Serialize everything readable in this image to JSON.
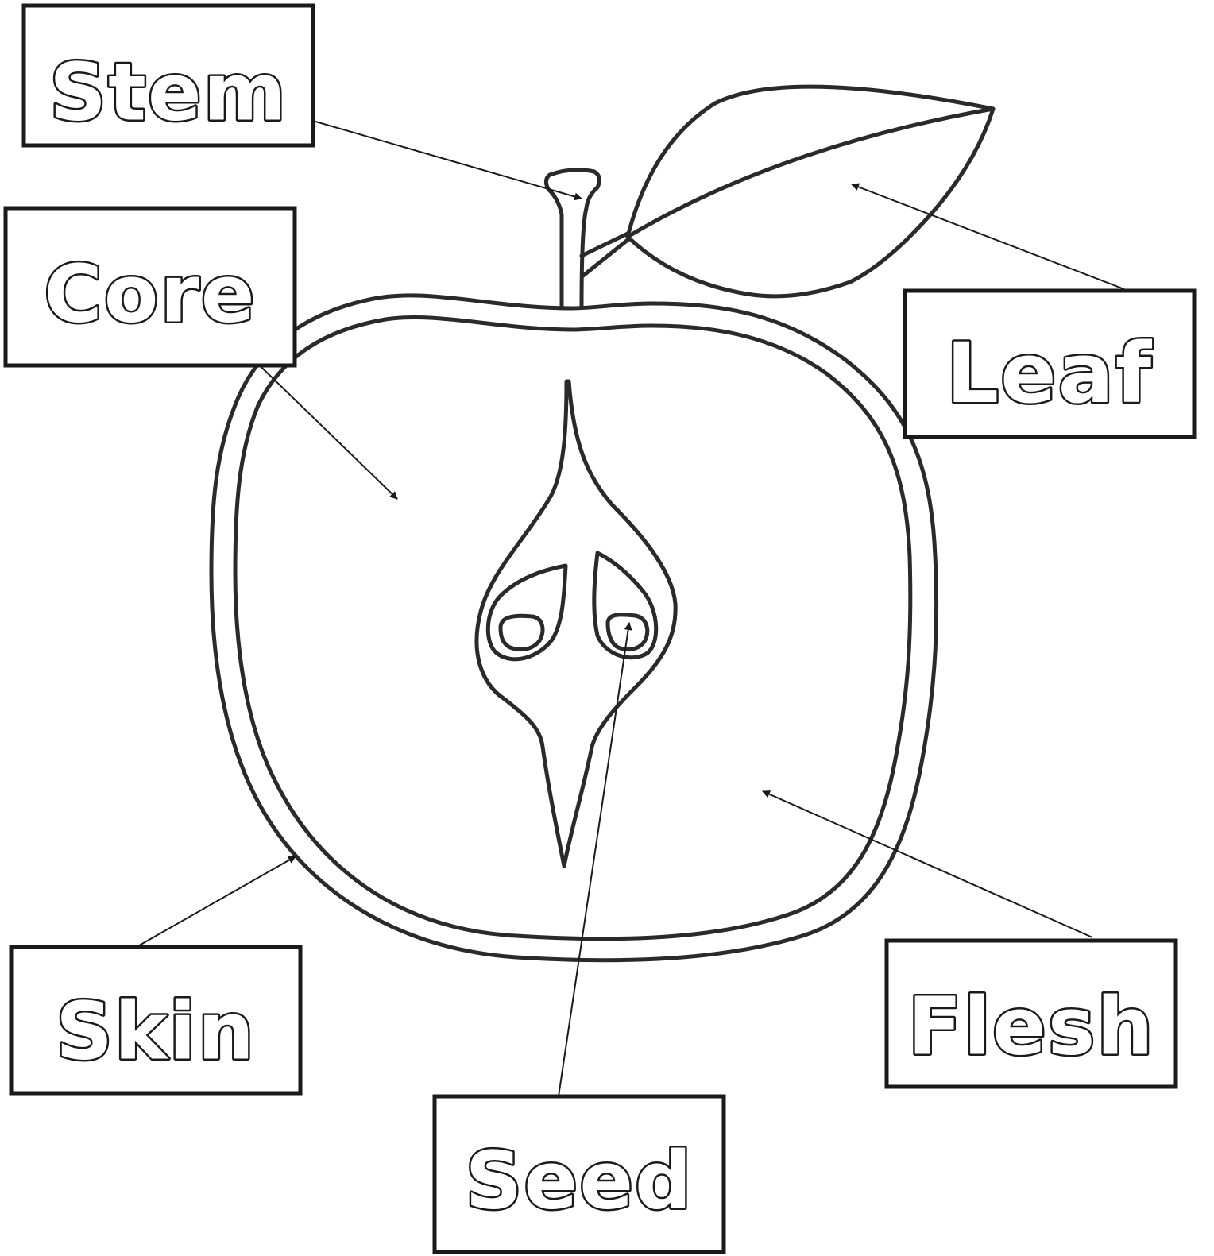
{
  "labels": {
    "stem": "Stem",
    "core": "Core",
    "leaf": "Leaf",
    "skin": "Skin",
    "flesh": "Flesh",
    "seed": "Seed"
  },
  "colors": {
    "line": "#2a2a2a",
    "background": "#ffffff"
  }
}
